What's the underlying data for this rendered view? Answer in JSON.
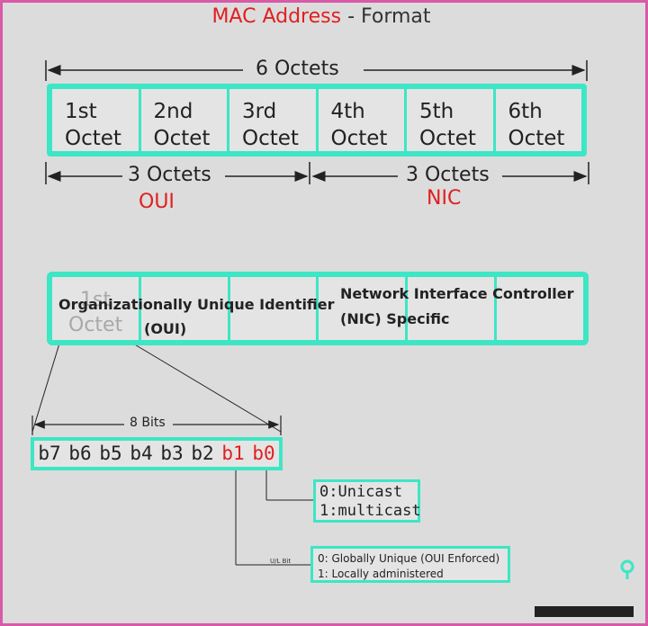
{
  "title": {
    "part1": "MAC Address",
    "part2": " - Format"
  },
  "top": {
    "six_octets": "6  Octets",
    "octets": [
      "1st Octet",
      "2nd Octet",
      "3rd Octet",
      "4th Octet",
      "5th Octet",
      "6th Octet"
    ],
    "left_half": "3 Octets",
    "right_half": "3 Octets",
    "oui": "OUI",
    "nic": "NIC"
  },
  "middle": {
    "ghost_label": [
      "1st",
      "Octet"
    ],
    "oui_label": [
      "Organizationally Unique Identifier",
      "(OUI)"
    ],
    "nic_label": [
      "Network Interface Controller",
      "(NIC) Specific"
    ]
  },
  "bits": {
    "label": "8 Bits",
    "items": [
      "b7",
      "b6",
      "b5",
      "b4",
      "b3",
      "b2",
      "b1",
      "b0"
    ]
  },
  "cast_box": [
    "0:Unicast",
    "1:multicast"
  ],
  "ul_label": "U/L Bit",
  "ul_box": [
    "0: Globally Unique (OUI Enforced)",
    "1: Locally administered"
  ],
  "colors": {
    "accent": "#3de6c4",
    "red": "#e02020",
    "border": "#d85aa8"
  }
}
